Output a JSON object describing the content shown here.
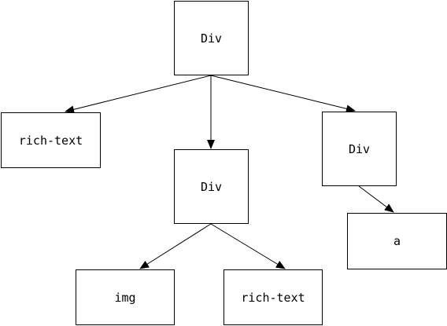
{
  "diagram": {
    "nodes": {
      "root": {
        "label": "Div"
      },
      "rich_text_left": {
        "label": "rich-text"
      },
      "middle_div": {
        "label": "Div"
      },
      "right_div": {
        "label": "Div"
      },
      "anchor": {
        "label": "a"
      },
      "img": {
        "label": "img"
      },
      "rich_text_bottom": {
        "label": "rich-text"
      }
    },
    "edges": [
      {
        "from": "root",
        "to": "rich_text_left"
      },
      {
        "from": "root",
        "to": "middle_div"
      },
      {
        "from": "root",
        "to": "right_div"
      },
      {
        "from": "right_div",
        "to": "anchor"
      },
      {
        "from": "middle_div",
        "to": "img"
      },
      {
        "from": "middle_div",
        "to": "rich_text_bottom"
      }
    ],
    "colors": {
      "stroke": "#000000",
      "background": "#ffffff"
    }
  }
}
